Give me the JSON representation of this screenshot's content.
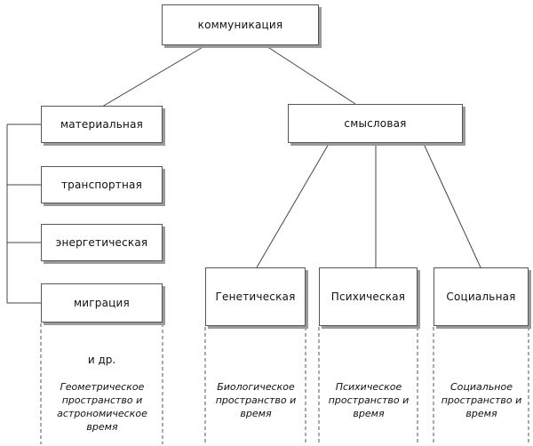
{
  "root": {
    "label": "коммуникация"
  },
  "left_branch": {
    "head": "материальная",
    "items": [
      "транспортная",
      "энергетическая",
      "миграция"
    ],
    "etc": "и др.",
    "description": "Геометрическое пространство и астрономическое время"
  },
  "right_branch": {
    "head": "смысловая",
    "items": [
      {
        "label": "Генетическая",
        "description": "Биологическое пространство и время"
      },
      {
        "label": "Психическая",
        "description": "Психическое пространство и время"
      },
      {
        "label": "Социальная",
        "description": "Социальное пространство и время"
      }
    ]
  }
}
